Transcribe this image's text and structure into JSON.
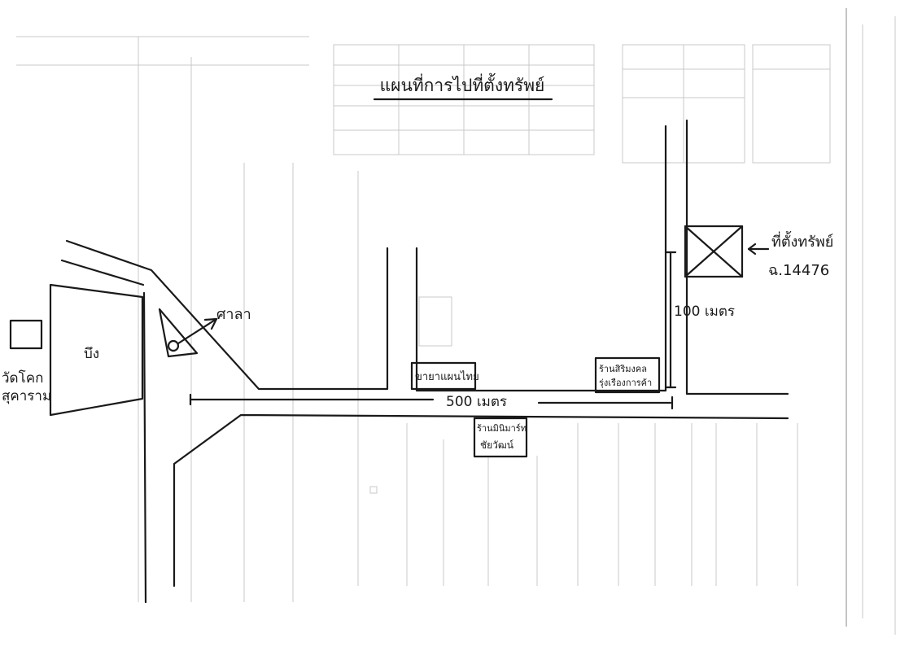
{
  "map": {
    "title": "แผนที่การไปที่ตั้งทรัพย์",
    "property": {
      "label": "ที่ตั้งทรัพย์",
      "deed_number": "ฉ.14476"
    },
    "distances": {
      "main_road": "500 เมตร",
      "side_road": "100 เมตร"
    },
    "landmarks": {
      "temple": "วัดโคก\nสุคาราม",
      "temple_line1": "วัดโคก",
      "temple_line2": "สุคาราม",
      "wall": "บึง",
      "pavilion": "ศาลา",
      "pharmacy": "ขายาแผนไทย",
      "shop_right_line1": "ร้านสิริมงคล",
      "shop_right_line2": "รุ่งเรืองการค้า",
      "shop_south_line1": "ร้านมินิมาร์ท",
      "shop_south_line2": "ชัยวัฒน์"
    }
  }
}
